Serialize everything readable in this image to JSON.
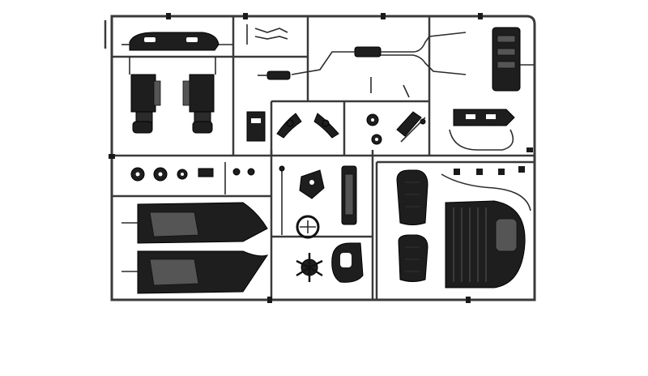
{
  "image": {
    "kind": "model kit sprue / parts tree",
    "background_color": "#ffffff",
    "part_color": "#1e1e1e",
    "frame_color": "#3a3a3a"
  },
  "sections": [
    "dashboard-panel",
    "engine-blocks",
    "exhaust-system",
    "suspension-arms",
    "wheels-and-axles",
    "door-panels",
    "steering-and-fan",
    "seats",
    "interior-tub"
  ]
}
